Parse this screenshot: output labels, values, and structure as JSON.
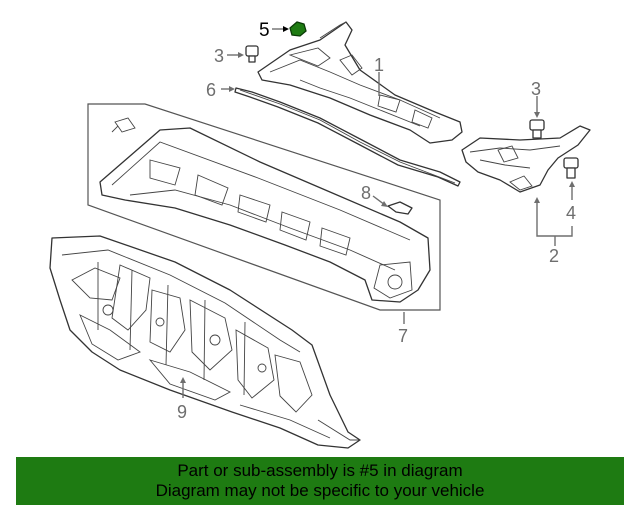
{
  "diagram": {
    "callouts": {
      "c1": "1",
      "c2": "2",
      "c3a": "3",
      "c3b": "3",
      "c4": "4",
      "c5": "5",
      "c6": "6",
      "c7": "7",
      "c8": "8",
      "c9": "9"
    },
    "highlight_color": "#1e7b12"
  },
  "banner": {
    "line1": "Part or sub-assembly is #5 in diagram",
    "line2": "Diagram may not be specific to your vehicle",
    "background": "#1e7b12"
  }
}
